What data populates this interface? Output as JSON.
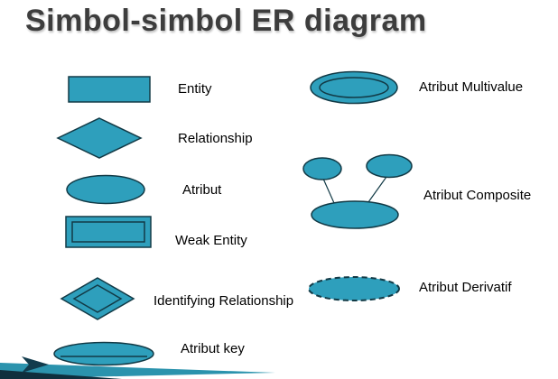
{
  "title": "Simbol-simbol ER diagram",
  "colors": {
    "shape_fill": "#2e9fbc",
    "shape_stroke": "#123a46",
    "title_color": "#3d3d3d",
    "decoration_dark": "#0f2f3d",
    "decoration_teal": "#2b93ad"
  },
  "left_items": [
    {
      "shape": "rectangle",
      "label": "Entity"
    },
    {
      "shape": "diamond",
      "label": "Relationship"
    },
    {
      "shape": "ellipse",
      "label": "Atribut"
    },
    {
      "shape": "double-rectangle",
      "label": "Weak Entity"
    },
    {
      "shape": "double-diamond",
      "label": "Identifying Relationship"
    },
    {
      "shape": "key-ellipse",
      "label": "Atribut key"
    }
  ],
  "right_items": [
    {
      "shape": "double-ellipse",
      "label": "Atribut Multivalue"
    },
    {
      "shape": "composite-ellipses",
      "label": "Atribut Composite"
    },
    {
      "shape": "dashed-ellipse",
      "label": "Atribut Derivatif"
    }
  ]
}
